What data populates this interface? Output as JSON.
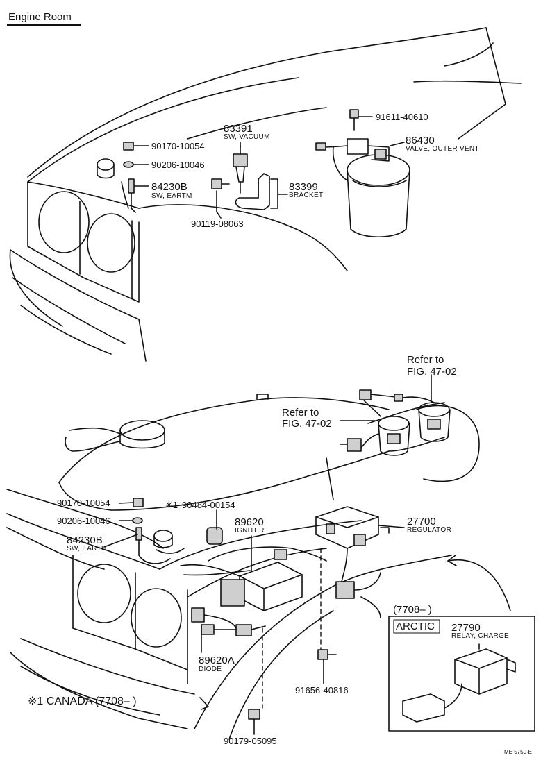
{
  "title": "Engine Room",
  "parts": {
    "p83391": {
      "num": "83391",
      "name": "SW, VACUUM"
    },
    "p91611": {
      "num": "91611-40610"
    },
    "p86430": {
      "num": "86430",
      "name": "VALVE, OUTER VENT"
    },
    "p90170_top": {
      "num": "90170-10054"
    },
    "p90206_top": {
      "num": "90206-10046"
    },
    "p84230_top": {
      "num": "84230B",
      "name": "SW, EARTM"
    },
    "p83399": {
      "num": "83399",
      "name": "BRACKET"
    },
    "p90119": {
      "num": "90119-08063"
    },
    "p90170_bot": {
      "num": "90170-10054"
    },
    "p90484": {
      "mark": "※1",
      "num": "90484-00154"
    },
    "p90206_bot": {
      "num": "90206-10046"
    },
    "p89620": {
      "num": "89620",
      "name": "IGNITER"
    },
    "p27700": {
      "num": "27700",
      "name": "REGULATOR"
    },
    "p84230_bot": {
      "num": "84230B",
      "name": "SW, EARTH"
    },
    "p89620A": {
      "num": "89620A",
      "name": "DIODE"
    },
    "p91656": {
      "num": "91656-40816"
    },
    "p90179": {
      "num": "90179-05095"
    },
    "p27790": {
      "num": "27790",
      "name": "RELAY, CHARGE"
    }
  },
  "refs": [
    {
      "line1": "Refer to",
      "line2": "FIG. 47-02"
    },
    {
      "line1": "Refer to",
      "line2": "FIG. 47-02"
    }
  ],
  "arctic_box": {
    "date": "(7708–        )",
    "label": "ARCTIC"
  },
  "footnote": "※1  CANADA  (7708–               )",
  "code": "ME  5750-E"
}
